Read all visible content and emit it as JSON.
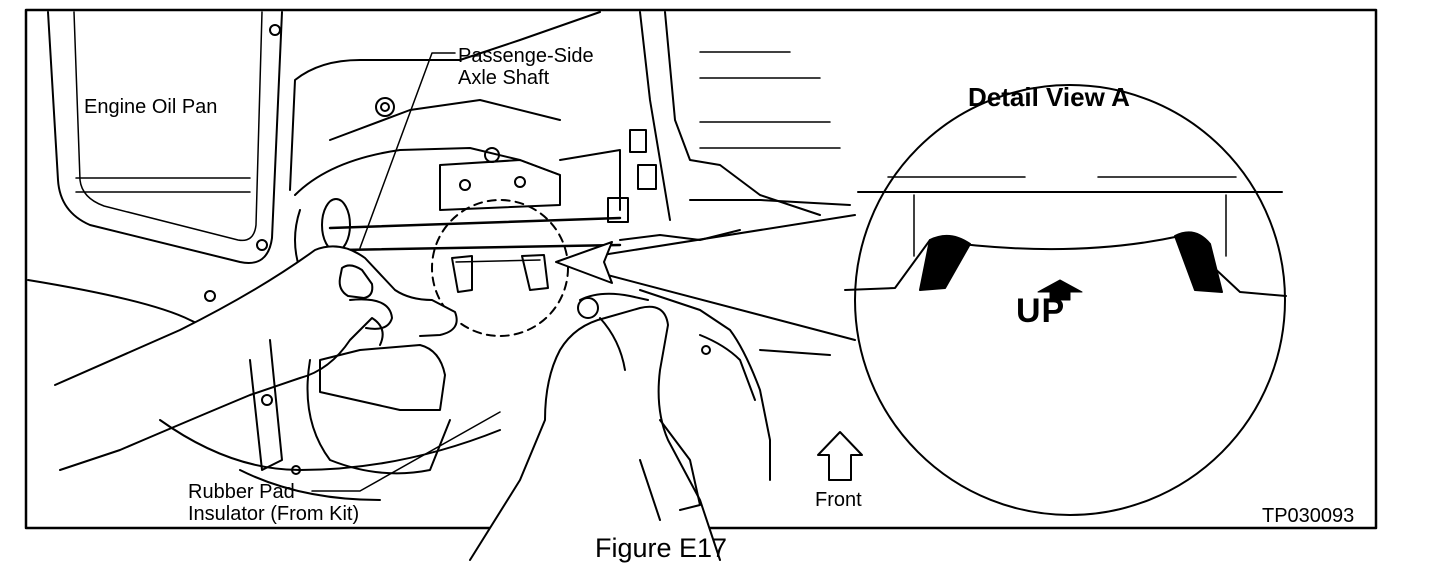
{
  "figure": {
    "caption": "Figure E17",
    "code": "TP030093",
    "labels": {
      "engine_oil_pan": "Engine Oil Pan",
      "axle_line1": "Passenge-Side",
      "axle_line2": "Axle Shaft",
      "rubber_line1": "Rubber Pad",
      "rubber_line2": "Insulator (From Kit)",
      "front": "Front"
    },
    "detail": {
      "title": "Detail View A",
      "up": "UP"
    }
  }
}
